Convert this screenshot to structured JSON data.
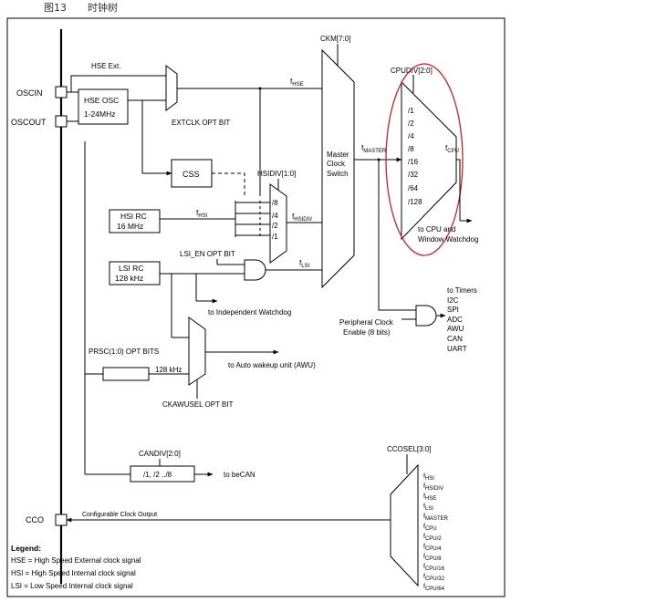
{
  "header": {
    "figure_number": "图13",
    "figure_title": "时钟树"
  },
  "pins": {
    "oscin": "OSCIN",
    "oscout": "OSCOUT",
    "cco": "CCO"
  },
  "blocks": {
    "hse_ext": "HSE Ext.",
    "hse_osc_line1": "HSE OSC",
    "hse_osc_line2": "1-24MHz",
    "extclk": "EXTCLK OPT BIT",
    "css": "CSS",
    "hsidiv_label": "HSIDIV[1:0]",
    "hsidiv_options": [
      "/8",
      "/4",
      "/2",
      "/1"
    ],
    "hsi_rc_line1": "HSI RC",
    "hsi_rc_line2": "16 MHz",
    "lsi_en": "LSI_EN OPT BIT",
    "lsi_rc_line1": "LSI RC",
    "lsi_rc_line2": "128 kHz",
    "to_iwdg": "to Independent Watchdog",
    "prsc": "PRSC(1:0) OPT BITS",
    "freq_128k": "128 kHz",
    "to_awu": "to Auto wakeup unit (AWU)",
    "ckawusel": "CKAWUSEL OPT BIT",
    "candiv_label": "CANDIV[2:0]",
    "candiv_box": "/1, /2 ../8",
    "to_becan": "to beCAN",
    "cco_label": "Configurable Clock Output",
    "ckm": "CKM[7:0]",
    "master_switch": [
      "Master",
      "Clock",
      "Switch"
    ],
    "cpudiv_label": "CPUDIV[2:0]",
    "cpudiv_options": [
      "/1",
      "/2",
      "/4",
      "/8",
      "/16",
      "/32",
      "/64",
      "/128"
    ],
    "to_cpu_line1": "to CPU and",
    "to_cpu_line2": "Window Watchdog",
    "periph_clock_line1": "Peripheral Clock",
    "periph_clock_line2": "Enable (8 bits)",
    "periph_targets": [
      "to Timers",
      "I2C",
      "SPI",
      "ADC",
      "AWU",
      "CAN",
      "UART"
    ],
    "ccosel_label": "CCOSEL[3:0]"
  },
  "signals": {
    "f_hse": {
      "base": "f",
      "sub": "HSE"
    },
    "f_hsi": {
      "base": "f",
      "sub": "HSI"
    },
    "f_hsidiv": {
      "base": "f",
      "sub": "HSIDIV"
    },
    "f_lsi": {
      "base": "f",
      "sub": "LSI"
    },
    "f_master": {
      "base": "f",
      "sub": "MASTER"
    },
    "f_cpu": {
      "base": "f",
      "sub": "CPU"
    }
  },
  "cco_inputs": [
    {
      "base": "f",
      "sub": "HSI"
    },
    {
      "base": "f",
      "sub": "HSIDIV"
    },
    {
      "base": "f",
      "sub": "HSE"
    },
    {
      "base": "f",
      "sub": "LSI"
    },
    {
      "base": "f",
      "sub": "MASTER"
    },
    {
      "base": "f",
      "sub": "CPU"
    },
    {
      "base": "f",
      "sub": "CPU/2"
    },
    {
      "base": "f",
      "sub": "CPU/4"
    },
    {
      "base": "f",
      "sub": "CPU/8"
    },
    {
      "base": "f",
      "sub": "CPU/16"
    },
    {
      "base": "f",
      "sub": "CPU/32"
    },
    {
      "base": "f",
      "sub": "CPU/64"
    }
  ],
  "legend": {
    "title": "Legend:",
    "items": [
      "HSE = High Speed External clock signal",
      "HSI = High Speed Internal clock signal",
      "LSI = Low Speed Internal clock signal"
    ]
  },
  "highlight_color": "#d0202a"
}
